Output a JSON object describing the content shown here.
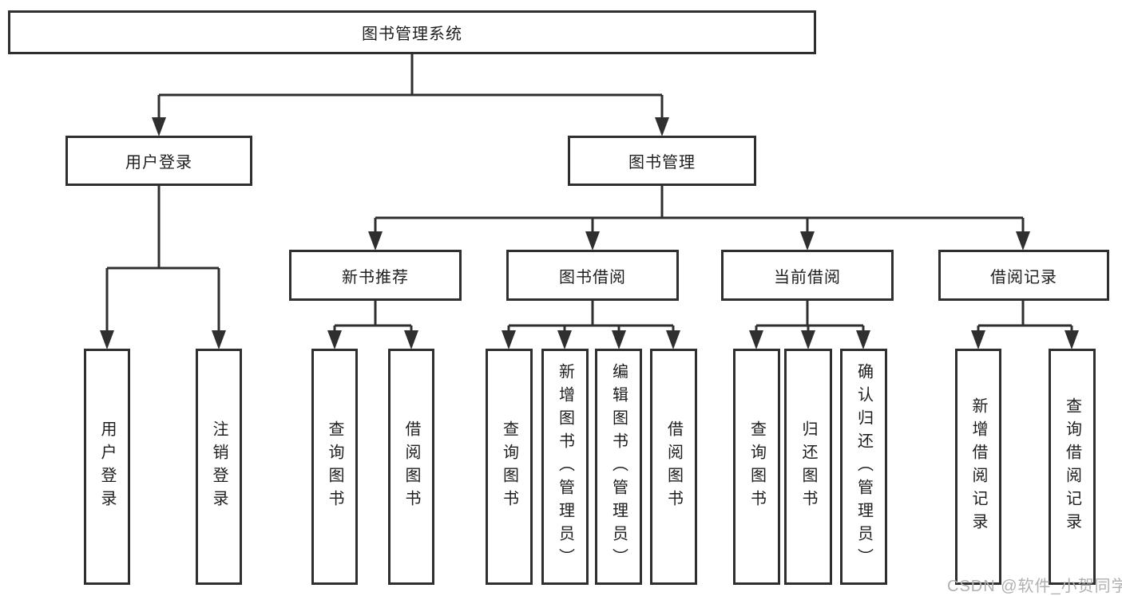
{
  "diagram": {
    "type": "hierarchy-chart",
    "title": "图书管理系统"
  },
  "tree": {
    "label": "图书管理系统",
    "children": [
      {
        "label": "用户登录",
        "children": [
          {
            "label": "用户登录"
          },
          {
            "label": "注销登录"
          }
        ]
      },
      {
        "label": "图书管理",
        "children": [
          {
            "label": "新书推荐",
            "children": [
              {
                "label": "查询图书"
              },
              {
                "label": "借阅图书"
              }
            ]
          },
          {
            "label": "图书借阅",
            "children": [
              {
                "label": "查询图书"
              },
              {
                "label": "新增图书（管理员）"
              },
              {
                "label": "编辑图书（管理员）"
              },
              {
                "label": "借阅图书"
              }
            ]
          },
          {
            "label": "当前借阅",
            "children": [
              {
                "label": "查询图书"
              },
              {
                "label": "归还图书"
              },
              {
                "label": "确认归还（管理员）"
              }
            ]
          },
          {
            "label": "借阅记录",
            "children": [
              {
                "label": "新增借阅记录"
              },
              {
                "label": "查询借阅记录"
              }
            ]
          }
        ]
      }
    ]
  },
  "watermark": {
    "text": "CSDN @软件_小贺同学"
  },
  "colors": {
    "line": "#2f2f2f",
    "text": "#1e1e1e",
    "box_background": "#ffffff",
    "page_background": "#ffffff",
    "watermark": "#b0b0b0"
  }
}
